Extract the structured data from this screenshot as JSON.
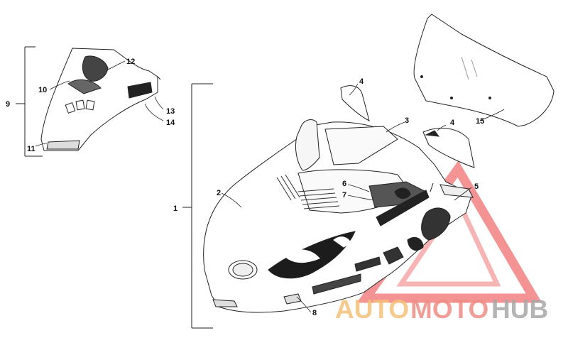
{
  "callouts": {
    "c1": "1",
    "c2": "2",
    "c3": "3",
    "c4a": "4",
    "c4b": "4",
    "c5": "5",
    "c6": "6",
    "c7": "7",
    "c8": "8",
    "c9": "9",
    "c10": "10",
    "c11": "11",
    "c12": "12",
    "c13": "13",
    "c14": "14",
    "c15": "15"
  },
  "watermark": {
    "auto": "AUTO",
    "moto": "MOTO",
    "hub": "HUB",
    "auto_color": "#f5c07a",
    "moto_color": "#ef8d86",
    "hub_color": "#a8a8a8",
    "triangle_color": "#f07070"
  }
}
